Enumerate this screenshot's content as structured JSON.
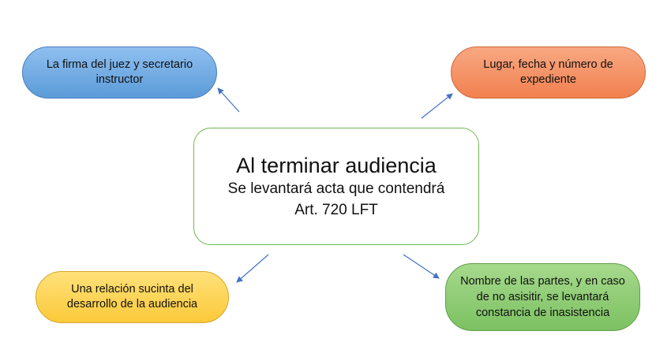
{
  "center": {
    "title": "Al terminar audiencia",
    "line1": "Se levantará acta que contendrá",
    "line2": "Art. 720 LFT"
  },
  "nodes": {
    "top_left": "La firma del juez y secretario instructor",
    "top_right": "Lugar, fecha y número de expediente",
    "bottom_left": "Una relación sucinta del desarrollo de la audiencia",
    "bottom_right": "Nombre de las partes, y en caso de no asisitir, se levantará constancia de inasistencia"
  },
  "colors": {
    "center_border": "#70b84f",
    "arrow": "#4472c4",
    "top_left_fill": "#5b9bd8",
    "top_right_fill": "#f2804f",
    "bottom_left_fill": "#fbc93a",
    "bottom_right_fill": "#7cc162"
  }
}
